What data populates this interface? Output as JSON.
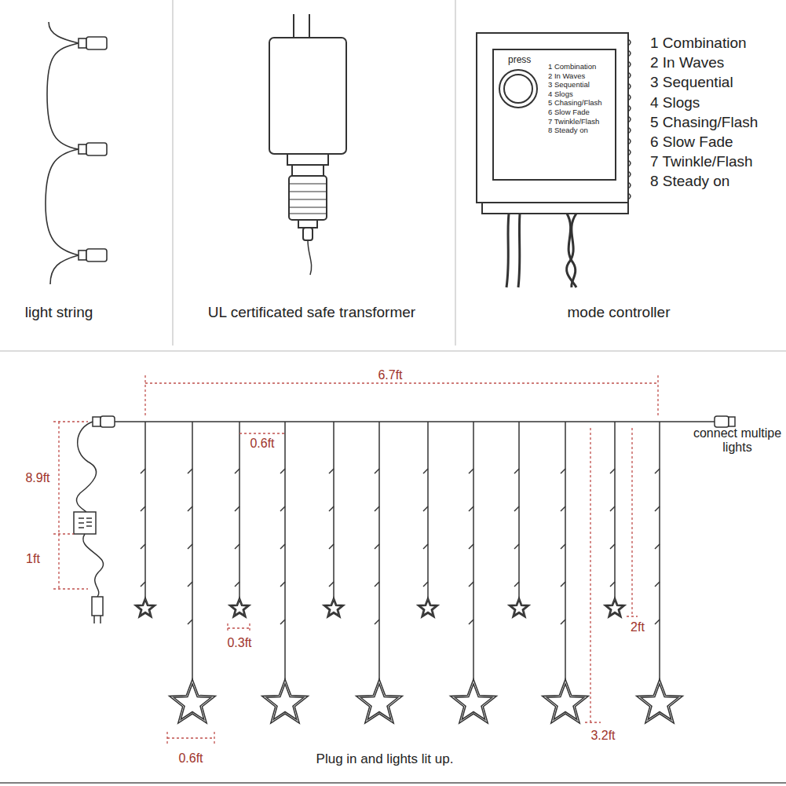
{
  "diagram": {
    "caption": "Plug in and lights lit up.",
    "nodes": [
      {
        "text": [
          "press",
          "1 Combination",
          "2 In Waves",
          "3 Sequential",
          "4 Slogs",
          "5 Chasing/Flash",
          "6 Slow Fade",
          "7 Twinkle/Flash",
          "8 Steady on"
        ]
      }
    ],
    "labels": [
      "1 Combination",
      "2 In Waves",
      "3 Sequential",
      "4 Slogs",
      "5 Chasing/Flash",
      "6 Slow Fade",
      "7 Twinkle/Flash",
      "8 Steady on",
      "light string",
      "UL certificated safe transformer",
      "mode controller",
      "6.7ft",
      "0.6ft",
      "connect multipe lights",
      "8.9ft",
      "1ft",
      "0.3ft",
      "2ft",
      "3.2ft",
      "0.6ft"
    ]
  }
}
